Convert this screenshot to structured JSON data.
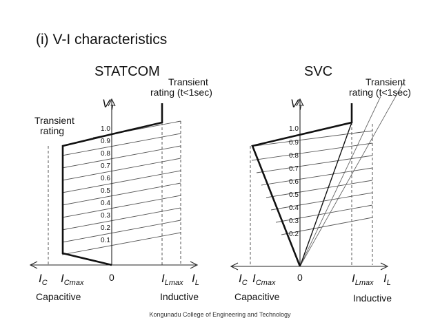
{
  "slide": {
    "title": "(i) V-I characteristics",
    "footer": "Kongunadu College of Engineering and Technology"
  },
  "statcom": {
    "title": "STATCOM",
    "transient_top": [
      "Transient",
      "rating (t<1sec)"
    ],
    "transient_left": [
      "Transient",
      "rating"
    ],
    "v_axis": "V",
    "v_sub": "T",
    "ticks": [
      "1.0",
      "0.9",
      "0.8",
      "0.7",
      "0.6",
      "0.5",
      "0.4",
      "0.3",
      "0.2",
      "0.1"
    ],
    "x_ic": "I",
    "x_ic_sub": "C",
    "x_icmax": "I",
    "x_icmax_sub": "Cmax",
    "x_zero": "0",
    "x_ilmax": "I",
    "x_ilmax_sub": "Lmax",
    "x_il": "I",
    "x_il_sub": "L",
    "capacitive": "Capacitive",
    "inductive": "Inductive"
  },
  "svc": {
    "title": "SVC",
    "transient_top": [
      "Transient",
      "rating (t<1sec)"
    ],
    "v_axis": "V",
    "v_sub": "T",
    "ticks": [
      "1.0",
      "0.9",
      "0.8",
      "0.7",
      "0.6",
      "0.5",
      "0.4",
      "0.3",
      "0.2"
    ],
    "x_ic": "I",
    "x_ic_sub": "C",
    "x_icmax": "I",
    "x_icmax_sub": "Cmax",
    "x_zero": "0",
    "x_ilmax": "I",
    "x_ilmax_sub": "Lmax",
    "x_il": "I",
    "x_il_sub": "L",
    "capacitive": "Capacitive",
    "inductive": "Inductive"
  }
}
